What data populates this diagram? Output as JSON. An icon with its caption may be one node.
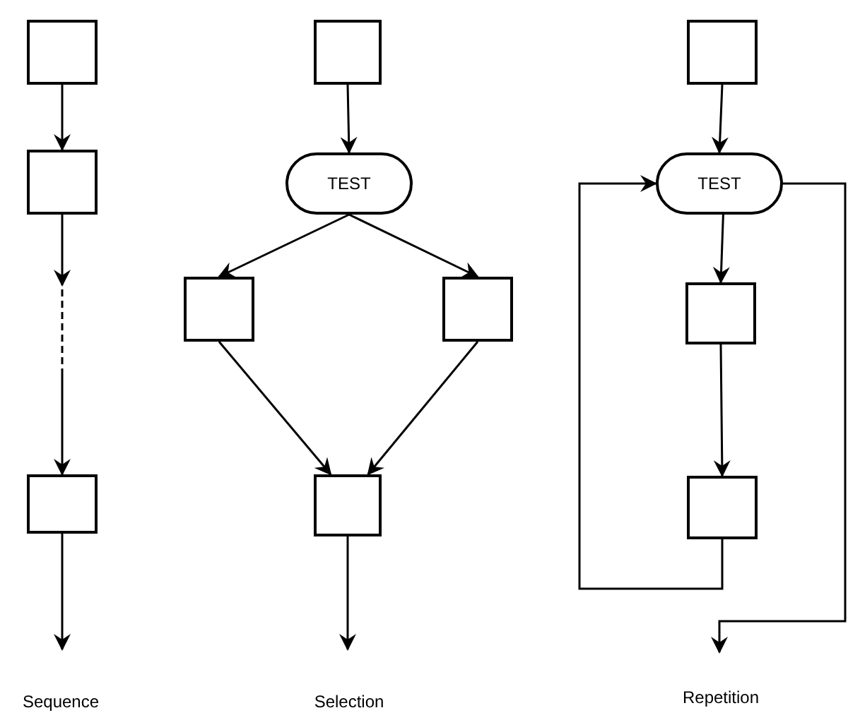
{
  "diagram": {
    "nodes": [
      {
        "text": [],
        "shape": "box"
      },
      {
        "text": [],
        "shape": "box"
      },
      {
        "text": [],
        "shape": "box"
      },
      {
        "text": [],
        "shape": "box"
      },
      {
        "text": [
          "TEST"
        ]
      },
      {
        "text": [],
        "shape": "box"
      },
      {
        "text": [],
        "shape": "box"
      },
      {
        "text": [],
        "shape": "box"
      },
      {
        "text": [],
        "shape": "box"
      },
      {
        "text": [
          "TEST"
        ]
      },
      {
        "text": [],
        "shape": "box"
      },
      {
        "text": [],
        "shape": "box"
      }
    ],
    "edges": [
      {
        "from": 0,
        "to": 1,
        "arrow": "to"
      },
      {
        "from": 1,
        "to": 2,
        "arrow": "to",
        "style": "dashed"
      },
      {
        "from": 2,
        "to": null,
        "arrow": "to"
      },
      {
        "from": 3,
        "to": 4,
        "arrow": "to"
      },
      {
        "from": 4,
        "to": 5,
        "arrow": "to"
      },
      {
        "from": 4,
        "to": 6,
        "arrow": "to"
      },
      {
        "from": 5,
        "to": 7,
        "arrow": "to"
      },
      {
        "from": 6,
        "to": 7,
        "arrow": "to"
      },
      {
        "from": 7,
        "to": null,
        "arrow": "to"
      },
      {
        "from": 8,
        "to": 9,
        "arrow": "to"
      },
      {
        "from": 9,
        "to": 10,
        "arrow": "to"
      },
      {
        "from": 10,
        "to": 11,
        "arrow": "to"
      },
      {
        "from": 11,
        "to": 9,
        "arrow": "to"
      },
      {
        "from": 9,
        "to": null,
        "arrow": "to"
      }
    ],
    "labels": [
      "Sequence",
      "Selection",
      "Repetition"
    ]
  }
}
